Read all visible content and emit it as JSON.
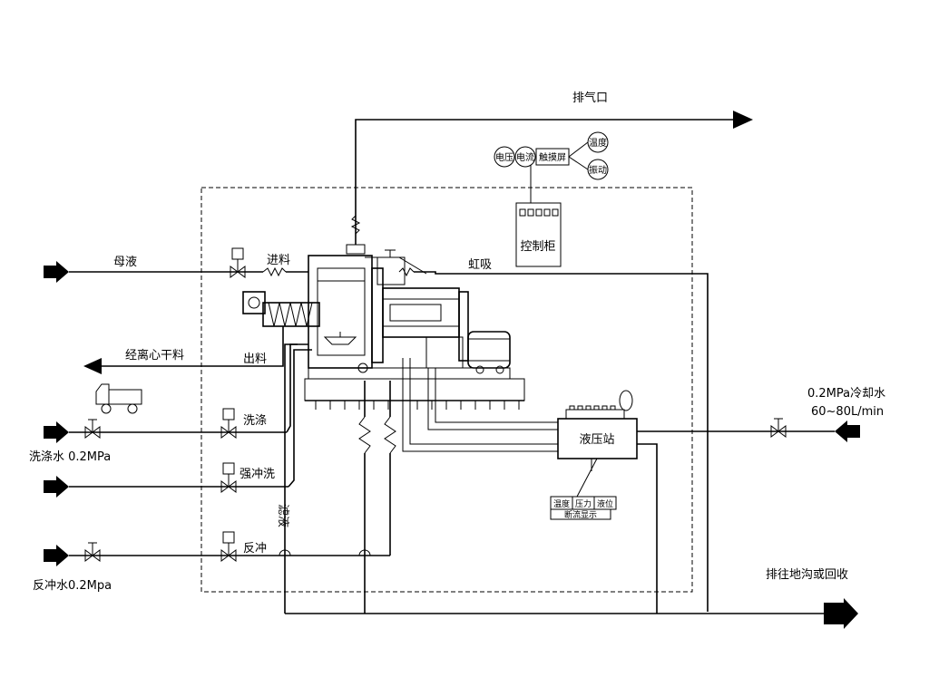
{
  "labels": {
    "exhaust": "排气口",
    "mother_liquor": "母液",
    "feed": "进料",
    "siphon": "虹吸",
    "dry_discharge": "经离心干料",
    "discharge": "出料",
    "wash": "洗涤",
    "wash_water": "洗涤水 0.2MPa",
    "strong_flush": "强冲洗",
    "filtrate": "滤液",
    "backflush": "反冲",
    "backflush_water": "反冲水0.2Mpa",
    "cooling_water_1": "0.2MPa冷却水",
    "cooling_water_2": "60~80L/min",
    "hydraulic_station": "液压站",
    "drain": "排往地沟或回收",
    "control_cabinet": "控制柜"
  },
  "top_panel": {
    "voltage": "电压",
    "current": "电流",
    "touchscreen": "触摸屏",
    "temperature": "温度",
    "vibration": "振动"
  },
  "hydraulic_panel": {
    "temperature": "温度",
    "pressure": "压力",
    "level": "液位",
    "flow_display": "断流显示"
  }
}
